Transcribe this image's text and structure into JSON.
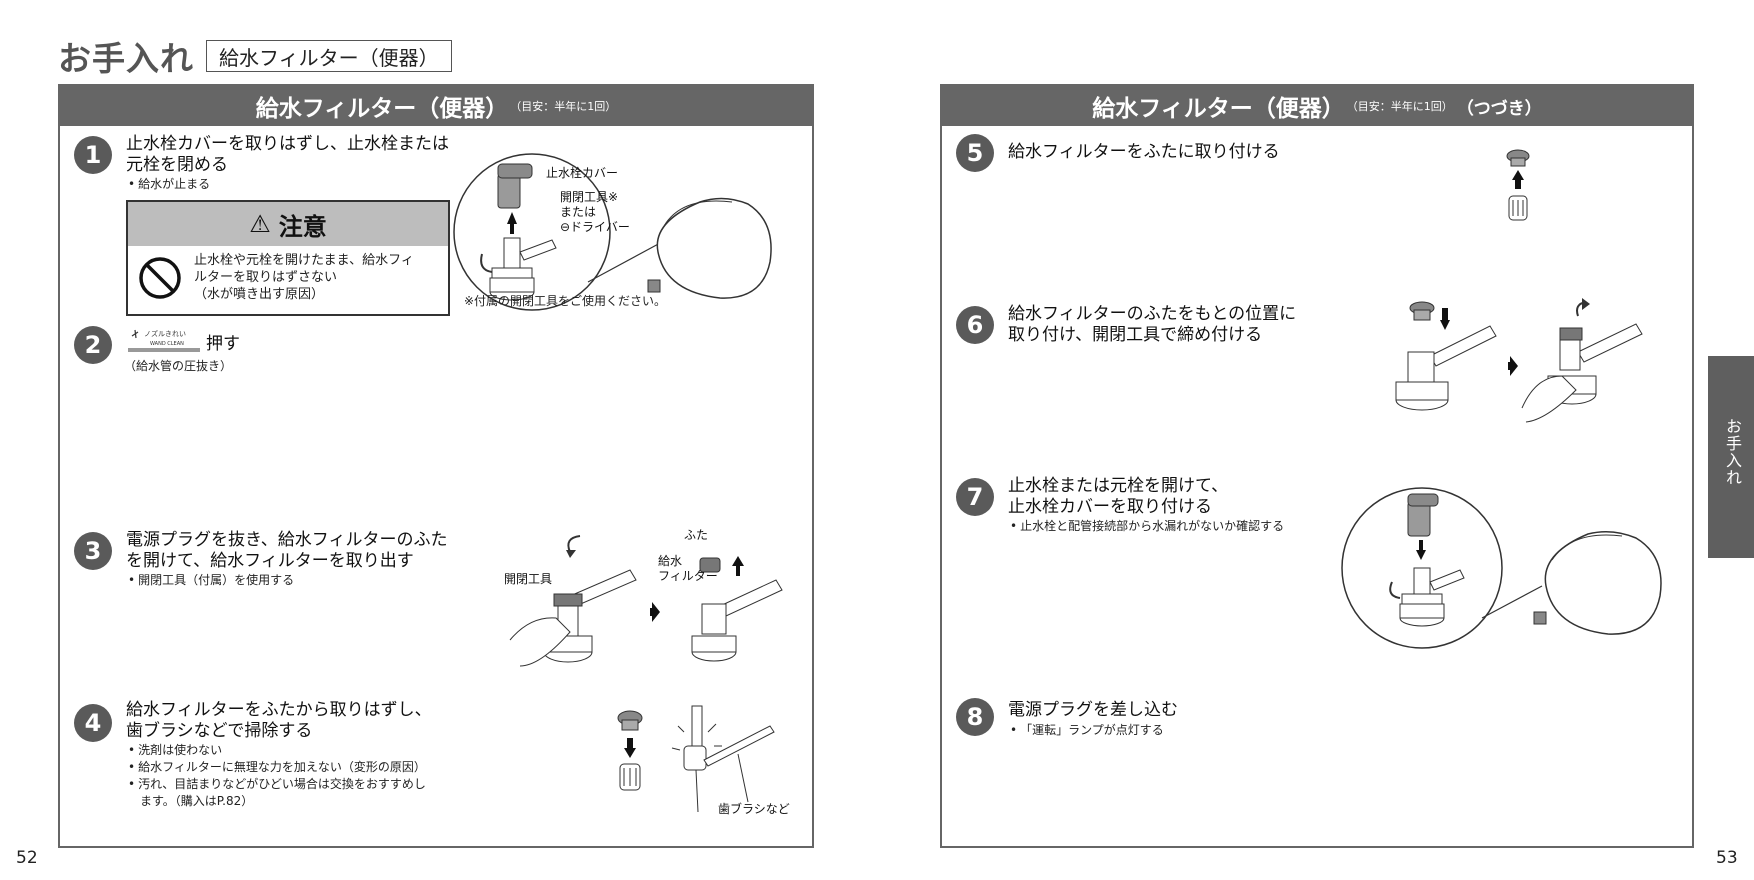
{
  "heading": {
    "main": "お手入れ",
    "boxed": "給水フィルター（便器）"
  },
  "left_panel": {
    "title": "給水フィルター（便器）",
    "title_note": "（目安：半年に1回）",
    "steps": [
      {
        "num": "1",
        "title_lines": [
          "止水栓カバーを取りはずし、止水栓または",
          "元栓を閉める"
        ],
        "subs": [
          "給水が止まる"
        ]
      },
      {
        "num": "2",
        "title_lines": [
          "押す"
        ],
        "subs": [
          "（給水管の圧抜き）"
        ]
      },
      {
        "num": "3",
        "title_lines": [
          "電源プラグを抜き、給水フィルターのふた",
          "を開けて、給水フィルターを取り出す"
        ],
        "subs": [
          "開閉工具（付属）を使用する"
        ]
      },
      {
        "num": "4",
        "title_lines": [
          "給水フィルターをふたから取りはずし、",
          "歯ブラシなどで掃除する"
        ],
        "subs": [
          "洗剤は使わない",
          "給水フィルターに無理な力を加えない（変形の原因）",
          "汚れ、目詰まりなどがひどい場合は交換をおすすめし",
          "ます。（購入はP.82）"
        ]
      }
    ],
    "caution": {
      "title": "注意",
      "lines": [
        "止水栓や元栓を開けたまま、給水フィ",
        "ルターを取りはずさない",
        "（水が噴き出す原因）"
      ]
    },
    "button_label": {
      "top": "ノズルきれい",
      "bottom": "WAND CLEAN"
    },
    "labels": {
      "cover": "止水栓カバー",
      "tool_lines": [
        "開閉工具※",
        "または",
        "⊖ドライバー"
      ],
      "footnote": "※付属の開閉工具をご使用ください。",
      "tool": "開閉工具",
      "lid": "ふた",
      "filter_lines": [
        "給水",
        "フィルター"
      ],
      "brush": "歯ブラシなど"
    }
  },
  "right_panel": {
    "title": "給水フィルター（便器）",
    "title_note": "（目安：半年に1回）",
    "title_cont": "（つづき）",
    "steps": [
      {
        "num": "5",
        "title_lines": [
          "給水フィルターをふたに取り付ける"
        ],
        "subs": []
      },
      {
        "num": "6",
        "title_lines": [
          "給水フィルターのふたをもとの位置に",
          "取り付け、開閉工具で締め付ける"
        ],
        "subs": []
      },
      {
        "num": "7",
        "title_lines": [
          "止水栓または元栓を開けて、",
          "止水栓カバーを取り付ける"
        ],
        "subs": [
          "止水栓と配管接続部から水漏れがないか確認する"
        ]
      },
      {
        "num": "8",
        "title_lines": [
          "電源プラグを差し込む"
        ],
        "subs": [
          "「運転」ランプが点灯する"
        ]
      }
    ]
  },
  "page_numbers": {
    "left": "52",
    "right": "53"
  },
  "side_tab": "お手入れ"
}
